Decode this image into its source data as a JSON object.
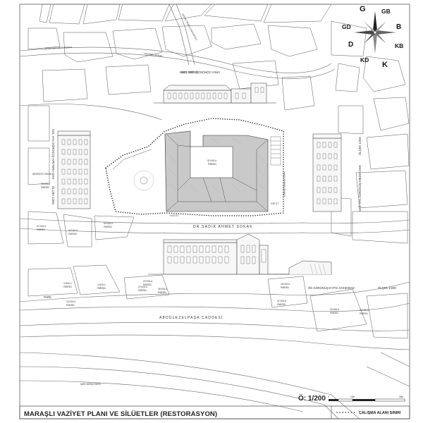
{
  "title": "MARAŞLI VAZİYET PLANI VE SİLÜETLER (RESTORASYON)",
  "scale": "Ö: 1/200",
  "scale_bar_labels": [
    "0",
    "10m",
    "25m"
  ],
  "legend": {
    "label": "ÇALIŞMA ALANI SINIRI"
  },
  "compass": {
    "G": "G",
    "GB": "GB",
    "B": "B",
    "KB": "KB",
    "K": "K",
    "KD": "KD",
    "D": "D",
    "GD": "GD"
  },
  "streets": {
    "top_sokak": "ORALI SET CEYO SOKAK",
    "incebel": "İNCEBEL SOKAK",
    "diagonal_top": "MİTHAT PAŞA CUMHURİYET",
    "dr_sadik": "DR.SADIK AHMET SOKAK",
    "abdulezel": "ABDÜLEZELPAŞA CADDESİ",
    "sehrilfe": "SEHRİLFE SOKAK",
    "park": "PARK",
    "sair_nedim": "ŞAİR NEDİM PARKI"
  },
  "elevations": {
    "rear": "ARKA GÖRÜNÜŞ-YIDD OHH",
    "rear_scale": "ÖLÇEK 1/200",
    "left": "SOL YAN GÖRÜNÜŞ-APETERA OHH",
    "left_scale": "ÖLÇEK 1/200",
    "right": "SAĞ YAN GÖRÜNÜŞ-MEDIA OHH",
    "right_scale": "ÖLÇEK 1/200",
    "front": "ÖN GÖRÜNÜŞ-KYPIA OHHEIGOZ",
    "front_scale": "ÖLÇEK 1/200"
  },
  "parcels": {
    "main": [
      "92 NOLU",
      "PARSEL"
    ],
    "p19": [
      "19 NOLU",
      "PARSEL"
    ],
    "p67": [
      "67 NOLU",
      "PARSEL"
    ],
    "p60": [
      "60 NOLU",
      "PARSEL"
    ],
    "p63": [
      "63 NOLU",
      "PARSEL"
    ],
    "p3": [
      "3 NOLU",
      "PARSEL"
    ],
    "p4": [
      "4 NOLU",
      "PARSEL"
    ],
    "p20a": [
      "20 NOLU",
      "PARSEL"
    ],
    "p22": [
      "22 NOLU",
      "PARSEL"
    ],
    "p28": [
      "28 NOLU",
      "PARSEL"
    ],
    "p23": [
      "23 NOLU",
      "PARSEL"
    ],
    "p18": [
      "18 NOLU",
      "PARSEL"
    ],
    "p21": [
      "21 NOLU",
      "PARSEL"
    ],
    "p20b": [
      "20 NOLU",
      "PARSEL"
    ],
    "p24": [
      "24 NOLU",
      "PARSEL"
    ]
  },
  "annotations": {
    "side_wall": "HALİL EFENDİ ÇIKMAZI",
    "level_a": "+0.00 KT",
    "level_b": "0.50 KT"
  }
}
